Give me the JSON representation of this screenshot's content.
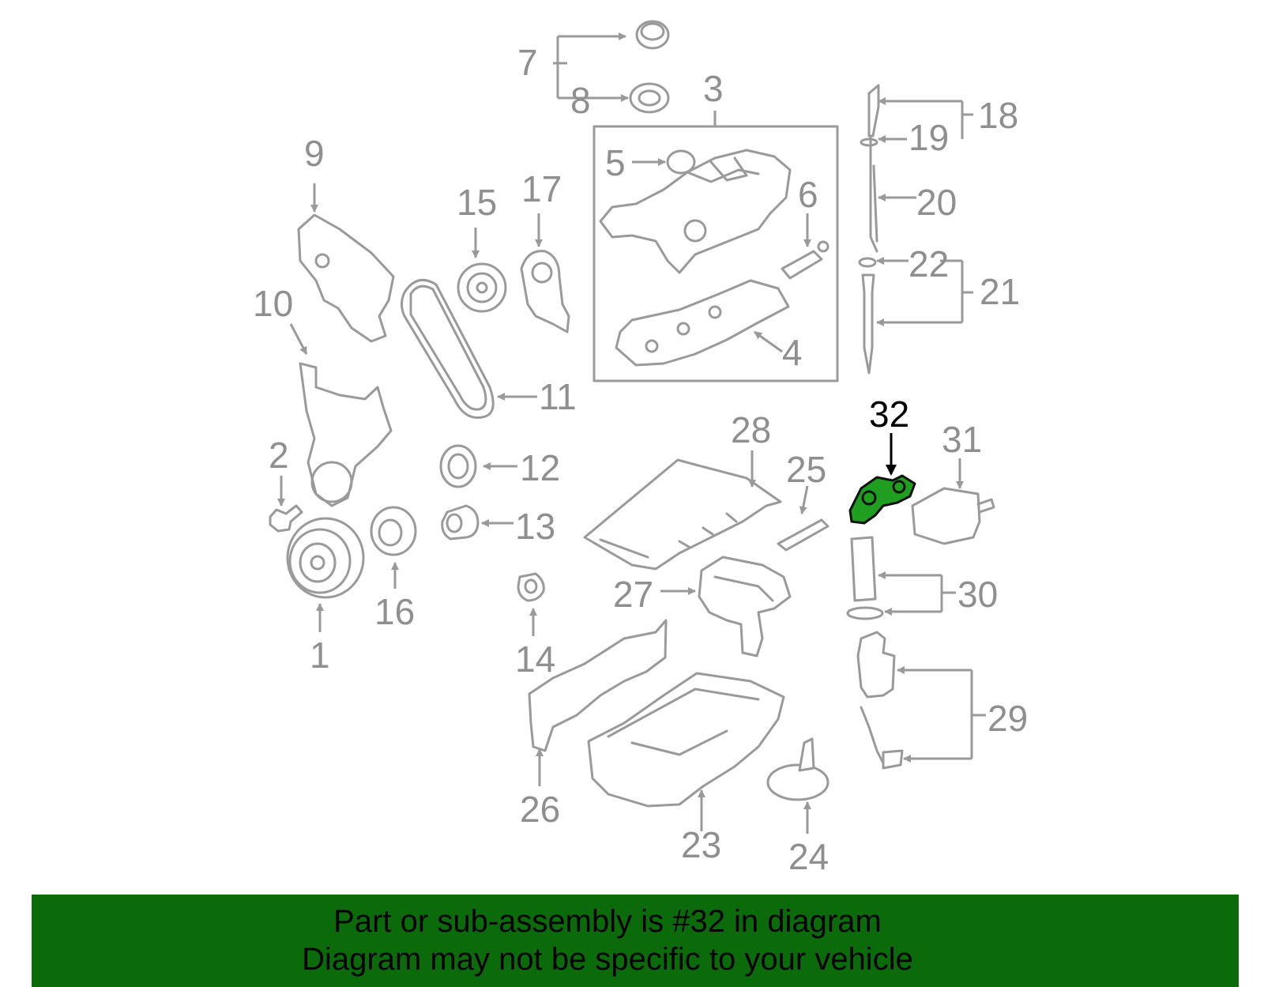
{
  "banner": {
    "line1": "Part or sub-assembly is #32 in diagram",
    "line2": "Diagram may not be specific to your vehicle"
  },
  "highlight": {
    "part_number": "32",
    "color": "#1f9e1f",
    "banner_color": "#0b6b0b"
  },
  "callouts": {
    "c1": "1",
    "c2": "2",
    "c3": "3",
    "c4": "4",
    "c5": "5",
    "c6": "6",
    "c7": "7",
    "c8": "8",
    "c9": "9",
    "c10": "10",
    "c11": "11",
    "c12": "12",
    "c13": "13",
    "c14": "14",
    "c15": "15",
    "c16": "16",
    "c17": "17",
    "c18": "18",
    "c19": "19",
    "c20": "20",
    "c21": "21",
    "c22": "22",
    "c23": "23",
    "c24": "24",
    "c25": "25",
    "c26": "26",
    "c27": "27",
    "c28": "28",
    "c29": "29",
    "c30": "30",
    "c31": "31",
    "c32": "32"
  }
}
